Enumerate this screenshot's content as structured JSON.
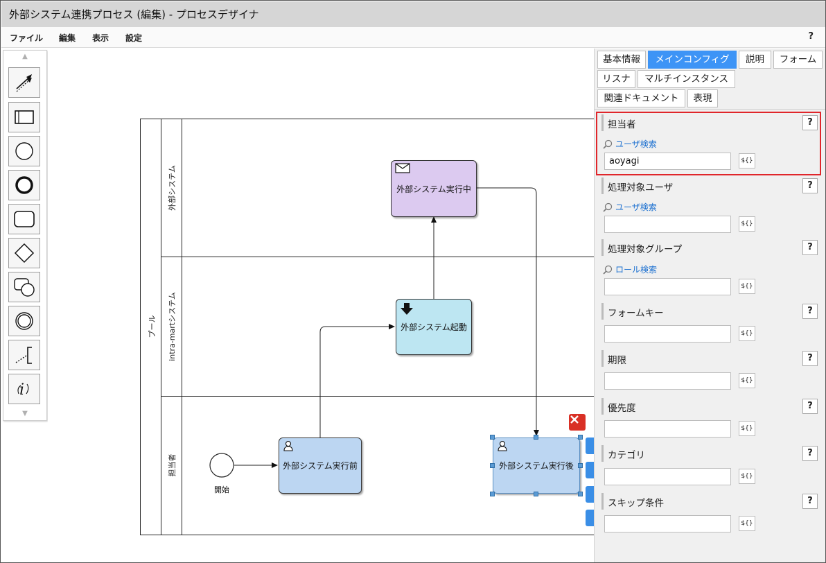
{
  "window": {
    "title": "外部システム連携プロセス (編集) - プロセスデザイナ"
  },
  "menu": {
    "file": "ファイル",
    "edit": "編集",
    "view": "表示",
    "settings": "設定",
    "help": "?"
  },
  "palette": {
    "tools": [
      "connector-tool",
      "lane-tool",
      "start-event-tool",
      "end-event-tool",
      "task-tool",
      "gateway-tool",
      "subprocess-tool",
      "intermediate-event-tool",
      "annotation-tool",
      "information-tool"
    ]
  },
  "diagram": {
    "pool_label": "プール",
    "lanes": [
      "外部システム",
      "intra-martシステム",
      "担当者"
    ],
    "tasks": {
      "external_running": "外部システム実行中",
      "external_start": "外部システム起動",
      "before_external": "外部システム実行前",
      "after_external": "外部システム実行後"
    },
    "start_label": "開始"
  },
  "panel": {
    "tabs": {
      "basic": "基本情報",
      "main_config": "メインコンフィグ",
      "description": "説明",
      "form": "フォーム",
      "listener": "リスナ",
      "multi_instance": "マルチインスタンス",
      "related_docs": "関連ドキュメント",
      "expression": "表現"
    },
    "help_label": "?",
    "expr_label": "${}",
    "sections": {
      "assignee": {
        "label": "担当者",
        "search": "ユーザ検索",
        "value": "aoyagi"
      },
      "candidate_users": {
        "label": "処理対象ユーザ",
        "search": "ユーザ検索",
        "value": ""
      },
      "candidate_groups": {
        "label": "処理対象グループ",
        "search": "ロール検索",
        "value": ""
      },
      "form_key": {
        "label": "フォームキー",
        "value": ""
      },
      "due_date": {
        "label": "期限",
        "value": ""
      },
      "priority": {
        "label": "優先度",
        "value": ""
      },
      "category": {
        "label": "カテゴリ",
        "value": ""
      },
      "skip_condition": {
        "label": "スキップ条件",
        "value": ""
      }
    }
  },
  "colors": {
    "accent": "#3d94f6",
    "highlight_border": "#e0262b",
    "task_purple": "#dccaf0",
    "task_cyan": "#bde6f2",
    "task_blue": "#bcd6f2"
  }
}
